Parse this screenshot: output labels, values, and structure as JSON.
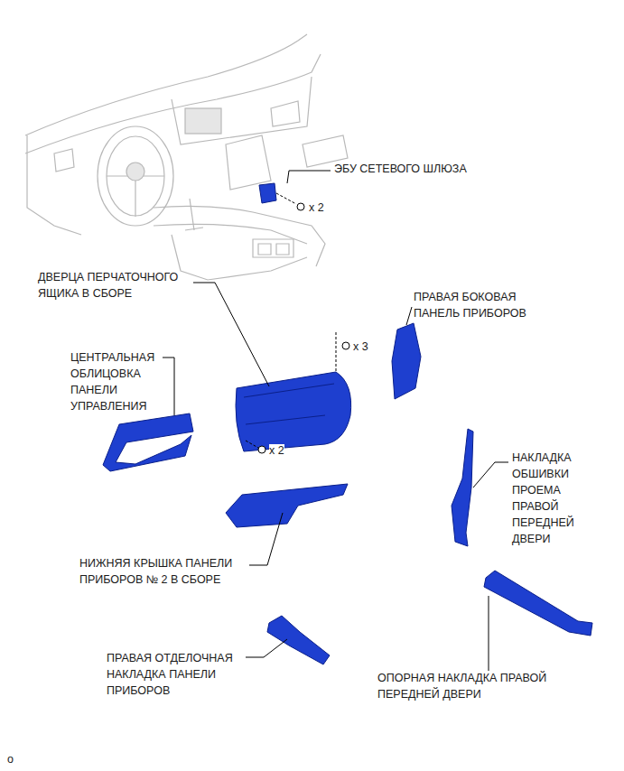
{
  "diagram": {
    "labels": [
      "ЭБУ СЕТЕВОГО ШЛЮЗА",
      "x 2",
      "ДВЕРЦА ПЕРЧАТОЧНОГО ЯЩИКА В СБОРЕ",
      "ПРАВАЯ БОКОВАЯ ПАНЕЛЬ ПРИБОРОВ",
      "x 3",
      "ЦЕНТРАЛЬНАЯ ОБЛИЦОВКА ПАНЕЛИ УПРАВЛЕНИЯ",
      "x 2",
      "НАКЛАДКА ОБШИВКИ ПРОЕМА ПРАВОЙ ПЕРЕДНЕЙ ДВЕРИ",
      "НИЖНЯЯ КРЫШКА ПАНЕЛИ ПРИБОРОВ № 2 В СБОРЕ",
      "ПРАВАЯ ОТДЕЛОЧНАЯ НАКЛАДКА ПАНЕЛИ ПРИБОРОВ",
      "ОПОРНАЯ НАКЛАДКА ПРАВОЙ ПЕРЕДНЕЙ ДВЕРИ",
      "o"
    ]
  }
}
